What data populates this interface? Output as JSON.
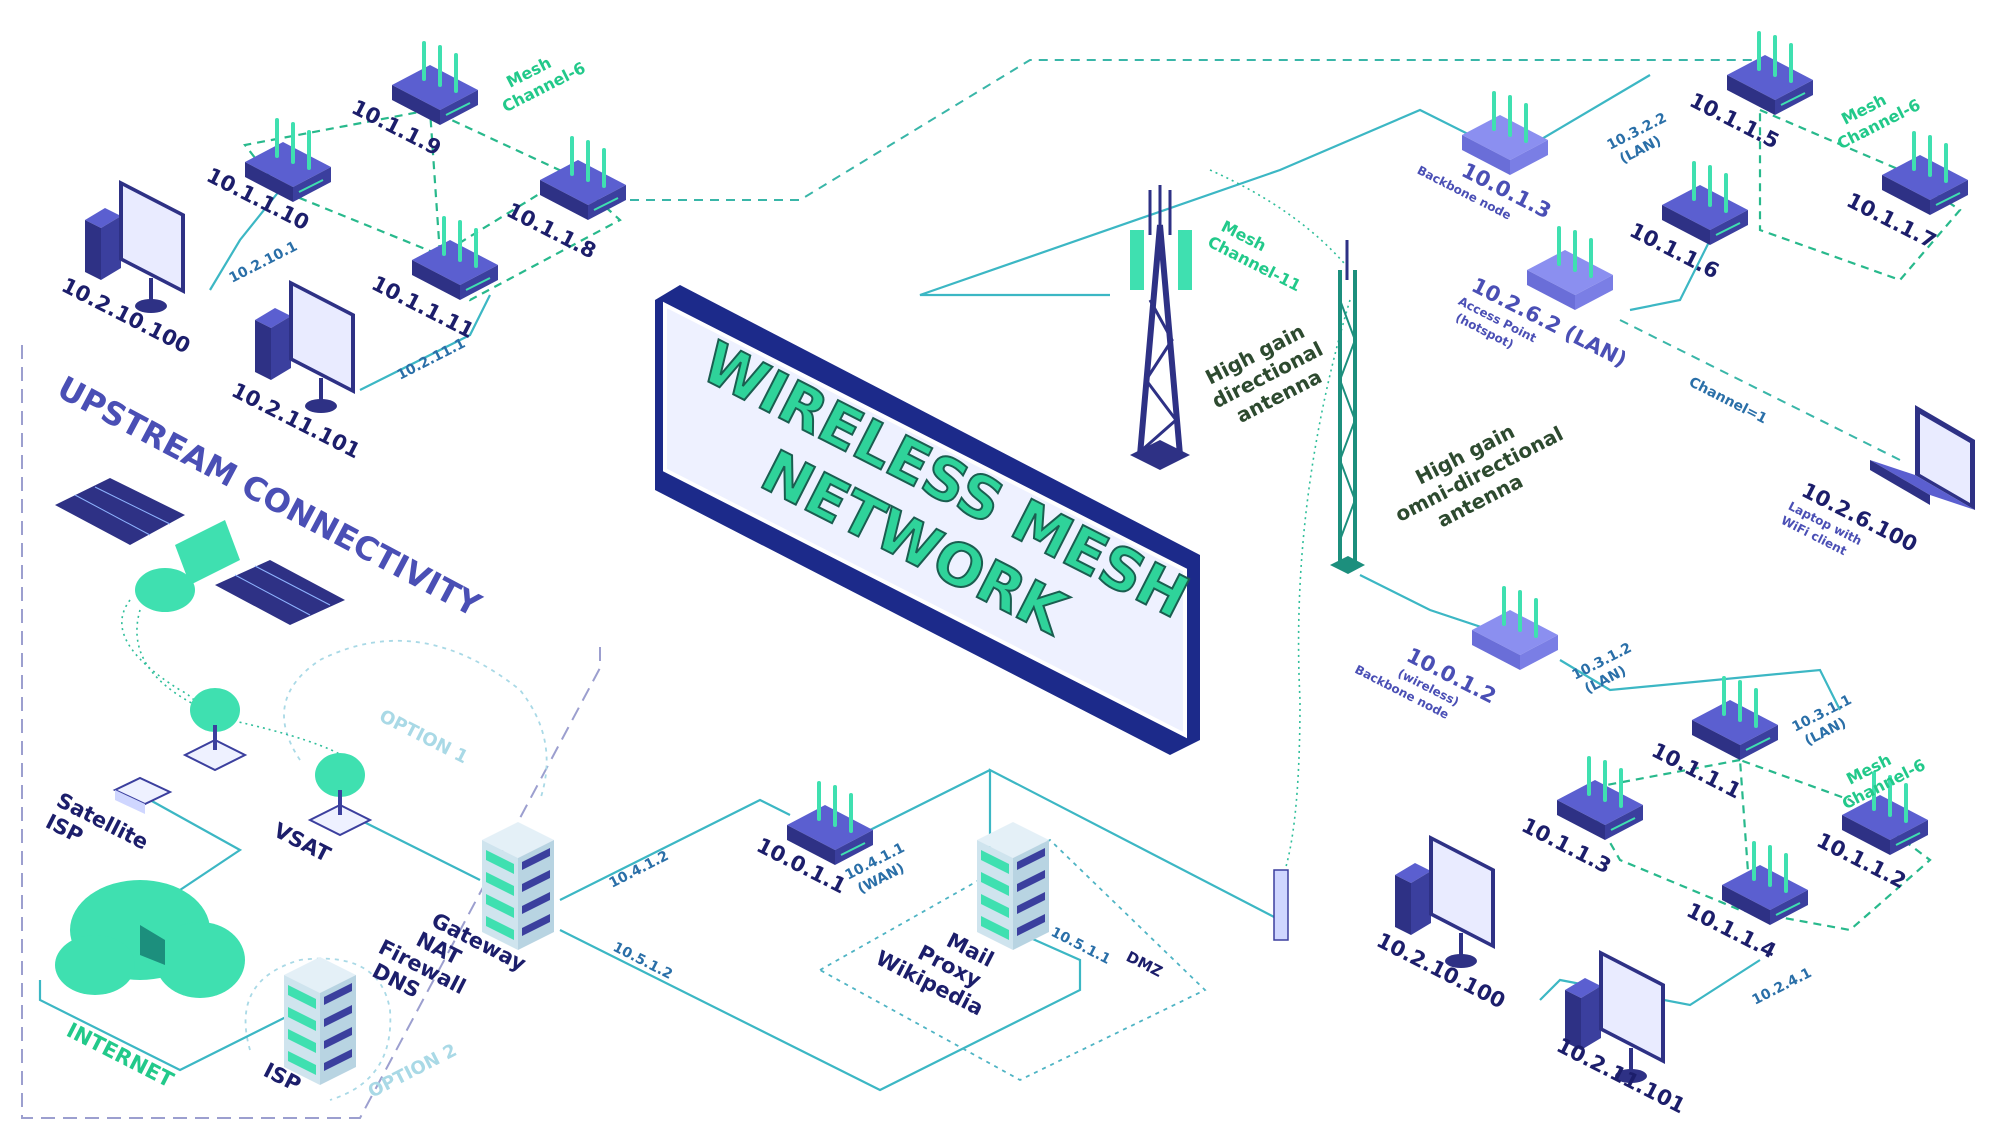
{
  "title": {
    "line1": "WIRELESS MESH",
    "line2": "NETWORK"
  },
  "upstream": {
    "heading": "UPSTREAM CONNECTIVITY",
    "option1": "OPTION 1",
    "option2": "OPTION 2",
    "satellite_isp": [
      "Satellite",
      "ISP"
    ],
    "vsat": "VSAT",
    "internet": "INTERNET",
    "isp": "ISP",
    "gateway": [
      "Gateway",
      "NAT",
      "Firewall",
      "DNS"
    ],
    "link_wan1": "10.4.1.2",
    "link_wan2": "10.5.1.2"
  },
  "core": {
    "router_ip": "10.0.1.1",
    "router_wan": [
      "10.4.1.1",
      "(WAN)"
    ],
    "server_labels": [
      "Mail",
      "Proxy",
      "Wikipedia"
    ],
    "server_ip": "10.5.1.1",
    "dmz": "DMZ"
  },
  "top_left": {
    "mesh_label": [
      "Mesh",
      "Channel-6"
    ],
    "nodes": [
      "10.1.1.9",
      "10.1.1.10",
      "10.1.1.8",
      "10.1.1.11"
    ],
    "pc1": "10.2.10.100",
    "pc2": "10.2.11.101",
    "sub1": "10.2.10.1",
    "sub2": "10.2.11.1"
  },
  "towers": {
    "mesh11": [
      "Mesh",
      "Channel-11"
    ],
    "directional": [
      "High gain",
      "directional",
      "antenna"
    ],
    "omni": [
      "High gain",
      "omni-directional",
      "antenna"
    ]
  },
  "top_right": {
    "backbone_ip": "10.0.1.3",
    "backbone_desc": "Backbone node",
    "lan": [
      "10.3.2.2",
      "(LAN)"
    ],
    "mesh_label": [
      "Mesh",
      "Channel-6"
    ],
    "nodes": [
      "10.1.1.5",
      "10.1.1.7",
      "10.1.1.6"
    ],
    "ap_ip": "10.2.6.2 (LAN)",
    "ap_desc": [
      "Access Point",
      "(hotspot)"
    ],
    "channel": "Channel=1",
    "laptop_ip": "10.2.6.100",
    "laptop_desc": [
      "Laptop with",
      "WiFi client"
    ]
  },
  "bottom_right": {
    "backbone_ip": "10.0.1.2",
    "backbone_desc": [
      "(wireless)",
      "Backbone node"
    ],
    "lan": [
      "10.3.1.2",
      "(LAN)"
    ],
    "lan2": [
      "10.3.1.1",
      "(LAN)"
    ],
    "mesh_label": [
      "Mesh",
      "Channel-6"
    ],
    "nodes": [
      "10.1.1.1",
      "10.1.1.3",
      "10.1.1.2",
      "10.1.1.4"
    ],
    "pc1": "10.2.10.100",
    "pc2": "10.2.11.101",
    "sub": "10.2.4.1"
  },
  "colors": {
    "router": "#3b3f9e",
    "router_top": "#5b5fd0",
    "antenna": "#3fe0b0",
    "title_fill": "#2fd39a",
    "title_frame": "#1c2a8a",
    "link": "#3cb7c4",
    "mesh": "#28b98c"
  }
}
